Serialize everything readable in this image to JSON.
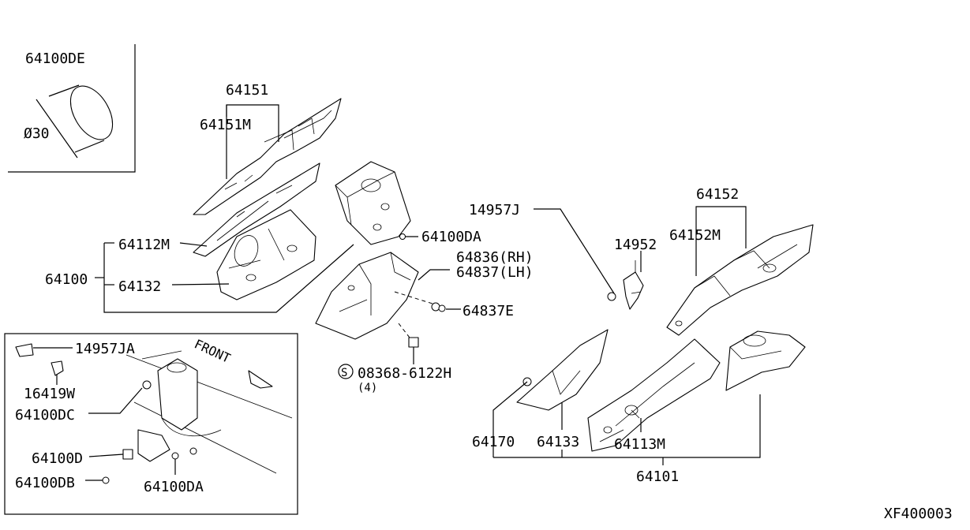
{
  "labels": {
    "p64100DE": "64100DE",
    "p030": "Ø30",
    "p64151": "64151",
    "p64151M": "64151M",
    "p64112M": "64112M",
    "p64100": "64100",
    "p64132": "64132",
    "p64100DA": "64100DA",
    "p64836": "64836(RH)",
    "p64837": "64837(LH)",
    "p64837E": "64837E",
    "p08368": "08368-6122H",
    "p08368q": "(4)",
    "p08368s": "S",
    "p14957J": "14957J",
    "p14952": "14952",
    "p64152": "64152",
    "p64152M": "64152M",
    "p64170": "64170",
    "p64133": "64133",
    "p64113M": "64113M",
    "p64101": "64101",
    "p14957JA": "14957JA",
    "p16419W": "16419W",
    "p64100DC": "64100DC",
    "p64100D": "64100D",
    "p64100DB": "64100DB",
    "p64100DA2": "64100DA",
    "front": "FRONT",
    "ref": "XF400003"
  }
}
